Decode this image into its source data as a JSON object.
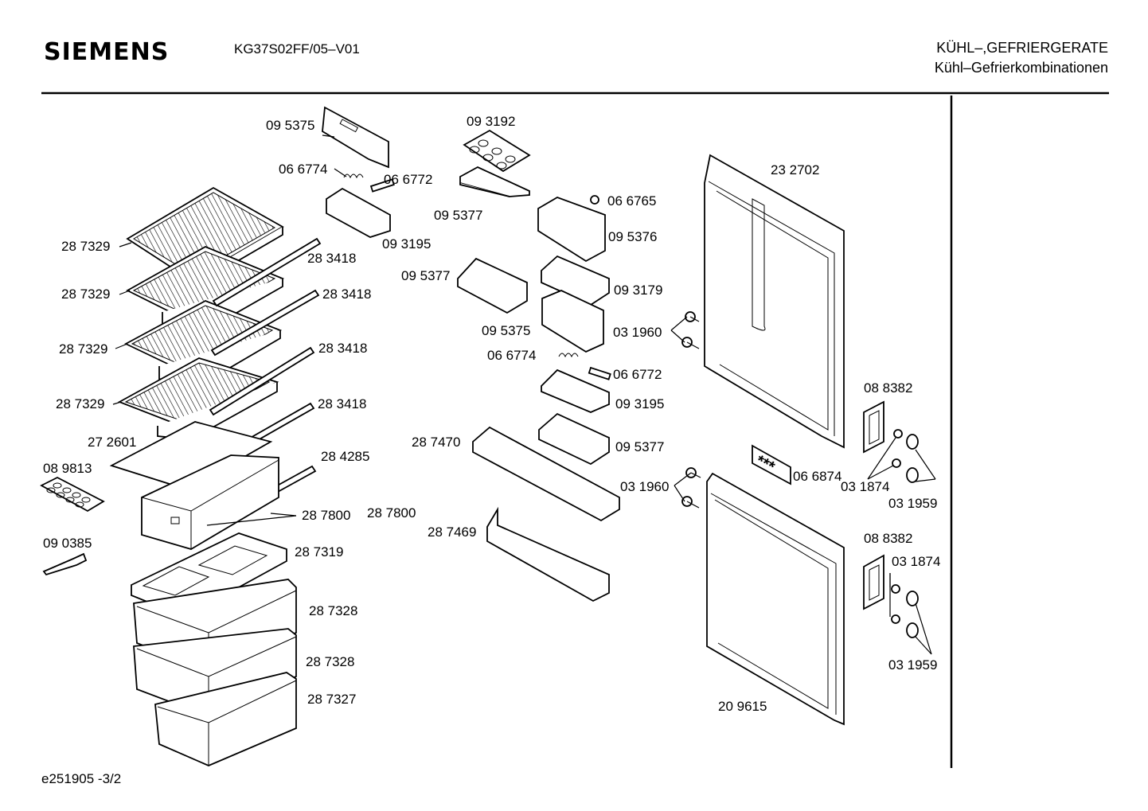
{
  "header": {
    "brand": "SIEMENS",
    "model": "KG37S02FF/05–V01",
    "category_line1": "KÜHL–,GEFRIERGERATE",
    "category_line2": "Kühl–Gefrierkombinationen"
  },
  "footer": {
    "doc_id": "e251905 -3/2"
  },
  "callouts": {
    "p095375a": "09 5375",
    "p093192": "09 3192",
    "p066774a": "06 6774",
    "p066772a": "06 6772",
    "p232702": "23 2702",
    "p066765": "06 6765",
    "p095377a": "09 5377",
    "p093195a": "09 3195",
    "p095376": "09 5376",
    "p287329a": "28 7329",
    "p283418a": "28 3418",
    "p095377b": "09 5377",
    "p287329b": "28 7329",
    "p283418b": "28 3418",
    "p093179": "09 3179",
    "p095375b": "09 5375",
    "p031960a": "03 1960",
    "p287329c": "28 7329",
    "p283418c": "28 3418",
    "p066774b": "06 6774",
    "p066772b": "06 6772",
    "p088382a": "08 8382",
    "p287329d": "28 7329",
    "p283418d": "28 3418",
    "p093195b": "09 3195",
    "p272601": "27 2601",
    "p287470": "28 7470",
    "p095377c": "09 5377",
    "p284285": "28 4285",
    "p089813": "08 9813",
    "p066874": "06 6874",
    "p031874a": "03 1874",
    "p031960b": "03 1960",
    "p031959a": "03 1959",
    "p287800a": "28 7800",
    "p287800b": "28 7800",
    "p287469": "28 7469",
    "p088382b": "08 8382",
    "p090385": "09 0385",
    "p287319": "28 7319",
    "p031874b": "03 1874",
    "p287328a": "28 7328",
    "p287328b": "28 7328",
    "p031959b": "03 1959",
    "p287327": "28 7327",
    "p209615": "20 9615"
  },
  "badge": {
    "stars": "***"
  }
}
